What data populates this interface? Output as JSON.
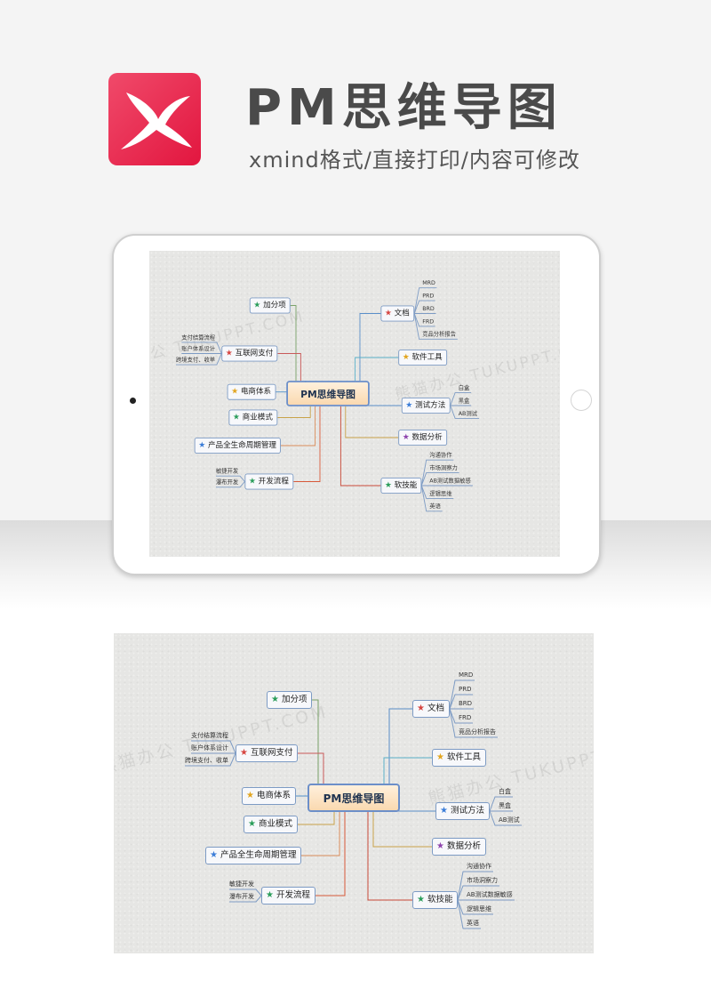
{
  "header": {
    "title": "PM思维导图",
    "subtitle": "xmind格式/直接打印/内容可修改",
    "brand_color": "#e8264a"
  },
  "watermark": "熊猫办公 TUKUPPT.COM",
  "mindmap": {
    "center": "PM思维导图",
    "left": [
      {
        "label": "加分项",
        "star_color": "#2a9d5a",
        "leaves": []
      },
      {
        "label": "互联网支付",
        "star_color": "#d64541",
        "leaves": [
          "支付结算流程",
          "账户体系设计",
          "跨境支付、收单"
        ]
      },
      {
        "label": "电商体系",
        "star_color": "#e2a51f",
        "leaves": []
      },
      {
        "label": "商业模式",
        "star_color": "#2a9d5a",
        "leaves": []
      },
      {
        "label": "产品全生命周期管理",
        "star_color": "#3b7dd8",
        "leaves": []
      },
      {
        "label": "开发流程",
        "star_color": "#2a9d5a",
        "leaves": [
          "敏捷开发",
          "瀑布开发"
        ]
      }
    ],
    "right": [
      {
        "label": "文档",
        "star_color": "#d64541",
        "leaves": [
          "MRD",
          "PRD",
          "BRD",
          "FRD",
          "竞品分析报告"
        ]
      },
      {
        "label": "软件工具",
        "star_color": "#e2a51f",
        "leaves": []
      },
      {
        "label": "测试方法",
        "star_color": "#3b7dd8",
        "leaves": [
          "白盒",
          "黑盒",
          "AB测试"
        ]
      },
      {
        "label": "数据分析",
        "star_color": "#8e44ad",
        "leaves": []
      },
      {
        "label": "软技能",
        "star_color": "#2a9d5a",
        "leaves": [
          "沟通协作",
          "市场洞察力",
          "AB测试数据敏感",
          "逻辑思维",
          "英语"
        ]
      }
    ]
  }
}
